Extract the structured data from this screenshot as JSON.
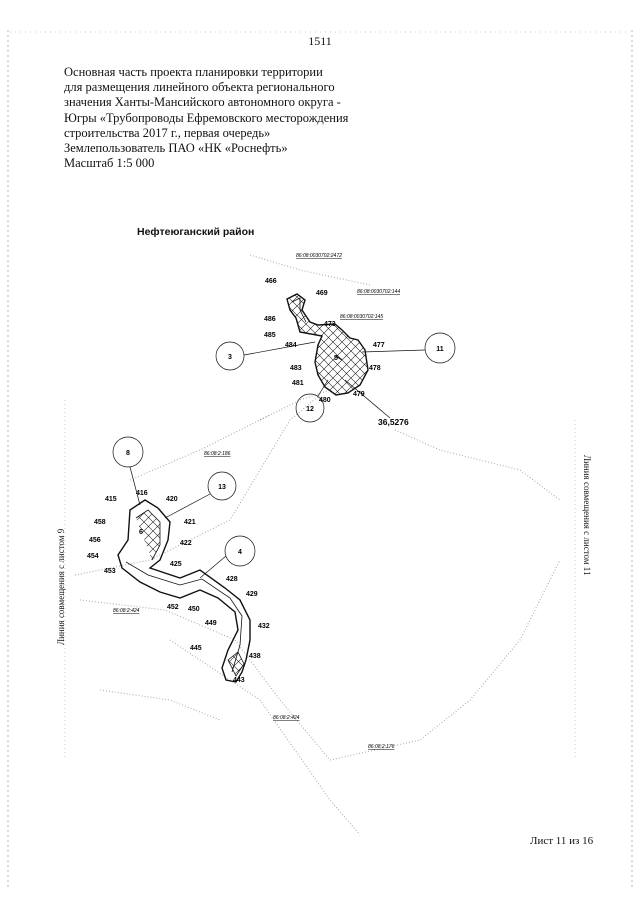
{
  "page_number": "1511",
  "title_lines": [
    "Основная часть проекта планировки территории",
    "для размещения линейного объекта регионального",
    "значения Ханты-Мансийского автономного округа -",
    "Югры «Трубопроводы Ефремовского месторождения",
    "строительства 2017 г., первая очередь»",
    "Землепользователь ПАО «НК «Роснефть»",
    "Масштаб 1:5 000"
  ],
  "district": "Нефтеюганский район",
  "side_left": "Линия совмещения с листом 9",
  "side_right": "Линия совмещения с листом 11",
  "sheet_label": "Лист 11 из 16",
  "area_value": "36,5276",
  "cadastral": {
    "c1": "86:08:0030702:2472",
    "c2": "86:08:0030702:144",
    "c3": "86:08:0030702:145",
    "c4": "86:08:2:186",
    "c5": "86:08:2:424",
    "c6": "86:08:2:424",
    "c7": "86:08:2:176"
  },
  "circles": {
    "c3": "3",
    "c11": "11",
    "c12": "12",
    "c8": "8",
    "c13": "13",
    "c4": "4"
  },
  "points": {
    "p466": "466",
    "p469": "469",
    "p486": "486",
    "p473": "473",
    "p485": "485",
    "p484": "484",
    "p477": "477",
    "p483": "483",
    "p478": "478",
    "p481": "481",
    "p480": "480",
    "p479": "479",
    "p416": "416",
    "p415": "415",
    "p420": "420",
    "p458": "458",
    "p421": "421",
    "p456": "456",
    "p422": "422",
    "p454": "454",
    "p453": "453",
    "p425": "425",
    "p428": "428",
    "p429": "429",
    "p452": "452",
    "p450": "450",
    "p449": "449",
    "p432": "432",
    "p445": "445",
    "p438": "438",
    "p443": "443"
  },
  "map_marks": {
    "x_upper": "5",
    "x_lower": "6"
  },
  "colors": {
    "line": "#111111",
    "dots": "#9a9a9a",
    "background": "#ffffff"
  }
}
